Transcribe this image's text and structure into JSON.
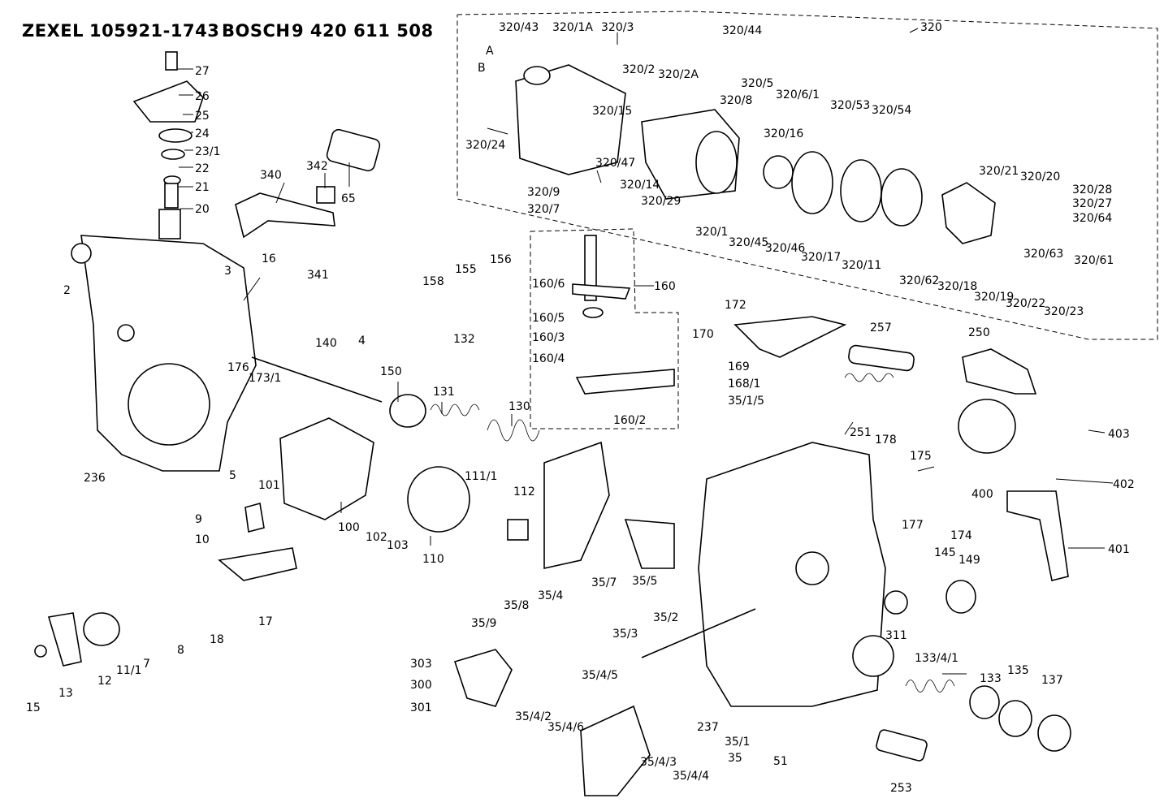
{
  "header": {
    "brand_a": "ZEXEL",
    "number_a": "105921-1743",
    "brand_b": "BOSCH",
    "number_b": "9 420 611 508"
  },
  "callouts": [
    {
      "id": "c27",
      "text": "27"
    },
    {
      "id": "c26",
      "text": "26"
    },
    {
      "id": "c25",
      "text": "25"
    },
    {
      "id": "c24",
      "text": "24"
    },
    {
      "id": "c23_1",
      "text": "23/1"
    },
    {
      "id": "c22",
      "text": "22"
    },
    {
      "id": "c21",
      "text": "21"
    },
    {
      "id": "c20",
      "text": "20"
    },
    {
      "id": "c340",
      "text": "340"
    },
    {
      "id": "c342",
      "text": "342"
    },
    {
      "id": "c65",
      "text": "65"
    },
    {
      "id": "c341",
      "text": "341"
    },
    {
      "id": "c2",
      "text": "2"
    },
    {
      "id": "c3",
      "text": "3"
    },
    {
      "id": "c16",
      "text": "16"
    },
    {
      "id": "c4",
      "text": "4"
    },
    {
      "id": "c158",
      "text": "158"
    },
    {
      "id": "c155",
      "text": "155"
    },
    {
      "id": "c156",
      "text": "156"
    },
    {
      "id": "c132",
      "text": "132"
    },
    {
      "id": "c140",
      "text": "140"
    },
    {
      "id": "c176",
      "text": "176"
    },
    {
      "id": "c173_1",
      "text": "173/1"
    },
    {
      "id": "c150",
      "text": "150"
    },
    {
      "id": "c131",
      "text": "131"
    },
    {
      "id": "c130",
      "text": "130"
    },
    {
      "id": "c160_6",
      "text": "160/6"
    },
    {
      "id": "c160",
      "text": "160"
    },
    {
      "id": "c160_5",
      "text": "160/5"
    },
    {
      "id": "c160_3",
      "text": "160/3"
    },
    {
      "id": "c160_4",
      "text": "160/4"
    },
    {
      "id": "c160_2",
      "text": "160/2"
    },
    {
      "id": "c236",
      "text": "236"
    },
    {
      "id": "c5",
      "text": "5"
    },
    {
      "id": "c101",
      "text": "101"
    },
    {
      "id": "c100",
      "text": "100"
    },
    {
      "id": "c102",
      "text": "102"
    },
    {
      "id": "c103",
      "text": "103"
    },
    {
      "id": "c110",
      "text": "110"
    },
    {
      "id": "c111_1",
      "text": "111/1"
    },
    {
      "id": "c112",
      "text": "112"
    },
    {
      "id": "c9",
      "text": "9"
    },
    {
      "id": "c10",
      "text": "10"
    },
    {
      "id": "c17",
      "text": "17"
    },
    {
      "id": "c18",
      "text": "18"
    },
    {
      "id": "c8",
      "text": "8"
    },
    {
      "id": "c7",
      "text": "7"
    },
    {
      "id": "c11_1",
      "text": "11/1"
    },
    {
      "id": "c12",
      "text": "12"
    },
    {
      "id": "c13",
      "text": "13"
    },
    {
      "id": "c15",
      "text": "15"
    },
    {
      "id": "c35_9",
      "text": "35/9"
    },
    {
      "id": "c35_8",
      "text": "35/8"
    },
    {
      "id": "c35_4",
      "text": "35/4"
    },
    {
      "id": "c35_7",
      "text": "35/7"
    },
    {
      "id": "c35_5",
      "text": "35/5"
    },
    {
      "id": "c35_3",
      "text": "35/3"
    },
    {
      "id": "c35_2",
      "text": "35/2"
    },
    {
      "id": "c303",
      "text": "303"
    },
    {
      "id": "c300",
      "text": "300"
    },
    {
      "id": "c301",
      "text": "301"
    },
    {
      "id": "c35_4_2",
      "text": "35/4/2"
    },
    {
      "id": "c35_4_5",
      "text": "35/4/5"
    },
    {
      "id": "c35_4_6",
      "text": "35/4/6"
    },
    {
      "id": "c35_4_3",
      "text": "35/4/3"
    },
    {
      "id": "c35_4_4",
      "text": "35/4/4"
    },
    {
      "id": "c237",
      "text": "237"
    },
    {
      "id": "c35_1",
      "text": "35/1"
    },
    {
      "id": "c35",
      "text": "35"
    },
    {
      "id": "c51",
      "text": "51"
    },
    {
      "id": "c253",
      "text": "253"
    },
    {
      "id": "c311",
      "text": "311"
    },
    {
      "id": "c133_4_1",
      "text": "133/4/1"
    },
    {
      "id": "c133",
      "text": "133"
    },
    {
      "id": "c135",
      "text": "135"
    },
    {
      "id": "c137",
      "text": "137"
    },
    {
      "id": "c145",
      "text": "145"
    },
    {
      "id": "c149",
      "text": "149"
    },
    {
      "id": "c174",
      "text": "174"
    },
    {
      "id": "c177",
      "text": "177"
    },
    {
      "id": "c175",
      "text": "175"
    },
    {
      "id": "c178",
      "text": "178"
    },
    {
      "id": "c172",
      "text": "172"
    },
    {
      "id": "c170",
      "text": "170"
    },
    {
      "id": "c169",
      "text": "169"
    },
    {
      "id": "c168_1",
      "text": "168/1"
    },
    {
      "id": "c35_1_5",
      "text": "35/1/5"
    },
    {
      "id": "c257",
      "text": "257"
    },
    {
      "id": "c251",
      "text": "251"
    },
    {
      "id": "c250",
      "text": "250"
    },
    {
      "id": "c403",
      "text": "403"
    },
    {
      "id": "c400",
      "text": "400"
    },
    {
      "id": "c402",
      "text": "402"
    },
    {
      "id": "c401",
      "text": "401"
    },
    {
      "id": "c320",
      "text": "320"
    },
    {
      "id": "c320_43",
      "text": "320/43"
    },
    {
      "id": "c320_1A",
      "text": "320/1A"
    },
    {
      "id": "c320_3",
      "text": "320/3"
    },
    {
      "id": "c320_44",
      "text": "320/44"
    },
    {
      "id": "cA",
      "text": "A"
    },
    {
      "id": "cB",
      "text": "B"
    },
    {
      "id": "c320_2",
      "text": "320/2"
    },
    {
      "id": "c320_2A",
      "text": "320/2A"
    },
    {
      "id": "c320_5",
      "text": "320/5"
    },
    {
      "id": "c320_6_1",
      "text": "320/6/1"
    },
    {
      "id": "c320_53",
      "text": "320/53"
    },
    {
      "id": "c320_54",
      "text": "320/54"
    },
    {
      "id": "c320_24",
      "text": "320/24"
    },
    {
      "id": "c320_15",
      "text": "320/15"
    },
    {
      "id": "c320_8",
      "text": "320/8"
    },
    {
      "id": "c320_16",
      "text": "320/16"
    },
    {
      "id": "c320_47",
      "text": "320/47"
    },
    {
      "id": "c320_14",
      "text": "320/14"
    },
    {
      "id": "c320_9",
      "text": "320/9"
    },
    {
      "id": "c320_7",
      "text": "320/7"
    },
    {
      "id": "c320_29",
      "text": "320/29"
    },
    {
      "id": "c320_1",
      "text": "320/1"
    },
    {
      "id": "c320_45",
      "text": "320/45"
    },
    {
      "id": "c320_46",
      "text": "320/46"
    },
    {
      "id": "c320_17",
      "text": "320/17"
    },
    {
      "id": "c320_11",
      "text": "320/11"
    },
    {
      "id": "c320_62",
      "text": "320/62"
    },
    {
      "id": "c320_18",
      "text": "320/18"
    },
    {
      "id": "c320_19",
      "text": "320/19"
    },
    {
      "id": "c320_21",
      "text": "320/21"
    },
    {
      "id": "c320_20",
      "text": "320/20"
    },
    {
      "id": "c320_28",
      "text": "320/28"
    },
    {
      "id": "c320_27",
      "text": "320/27"
    },
    {
      "id": "c320_64",
      "text": "320/64"
    },
    {
      "id": "c320_63",
      "text": "320/63"
    },
    {
      "id": "c320_61",
      "text": "320/61"
    },
    {
      "id": "c320_22",
      "text": "320/22"
    },
    {
      "id": "c320_23",
      "text": "320/23"
    }
  ]
}
